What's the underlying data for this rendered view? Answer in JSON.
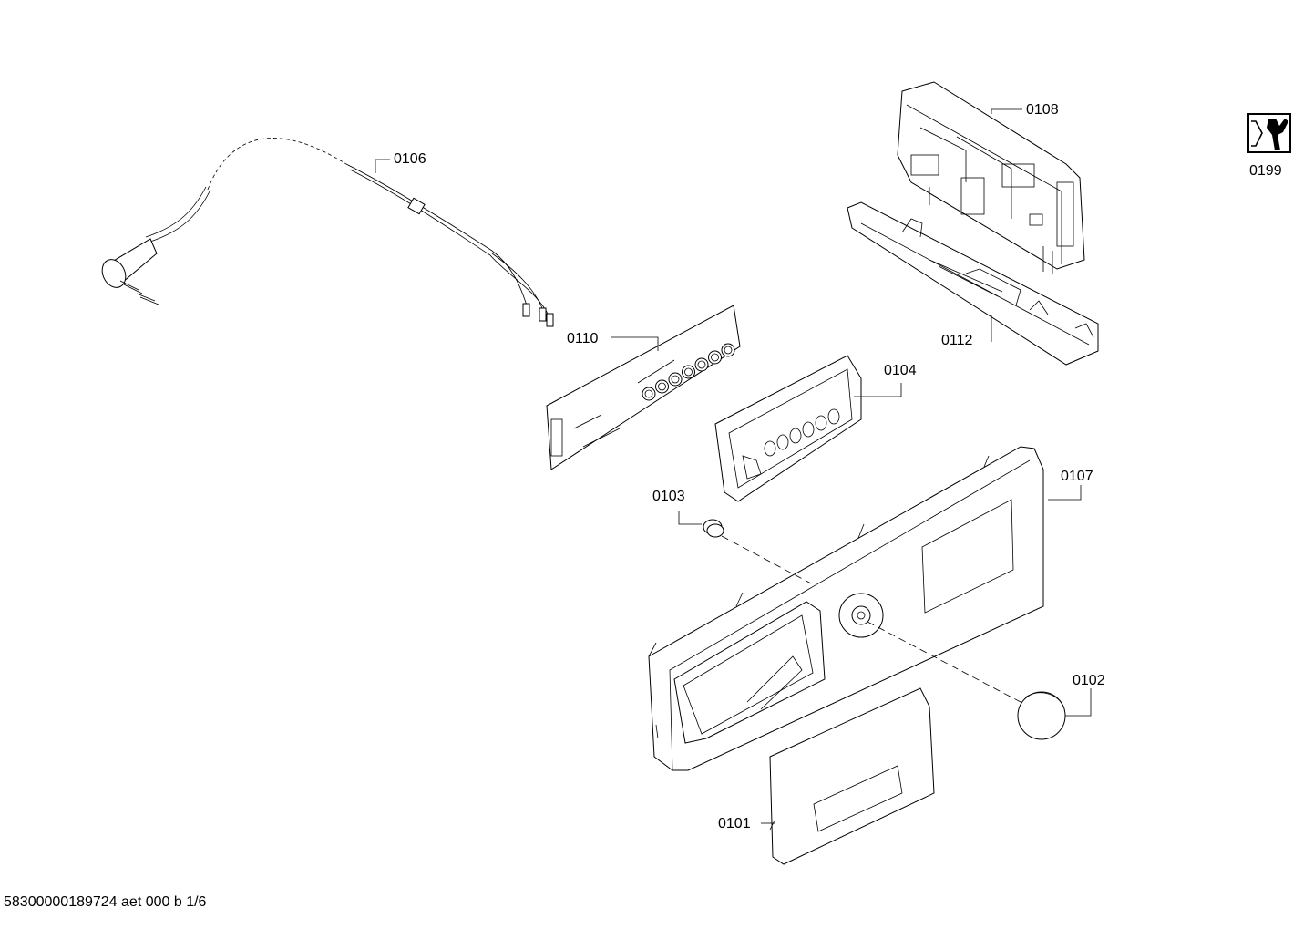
{
  "parts": {
    "p0101": "0101",
    "p0102": "0102",
    "p0103": "0103",
    "p0104": "0104",
    "p0106": "0106",
    "p0107": "0107",
    "p0108": "0108",
    "p0110": "0110",
    "p0112": "0112",
    "p0199": "0199"
  },
  "footer": "58300000189724 aet 000 b 1/6",
  "icons": {
    "service": "wrench-icon"
  }
}
